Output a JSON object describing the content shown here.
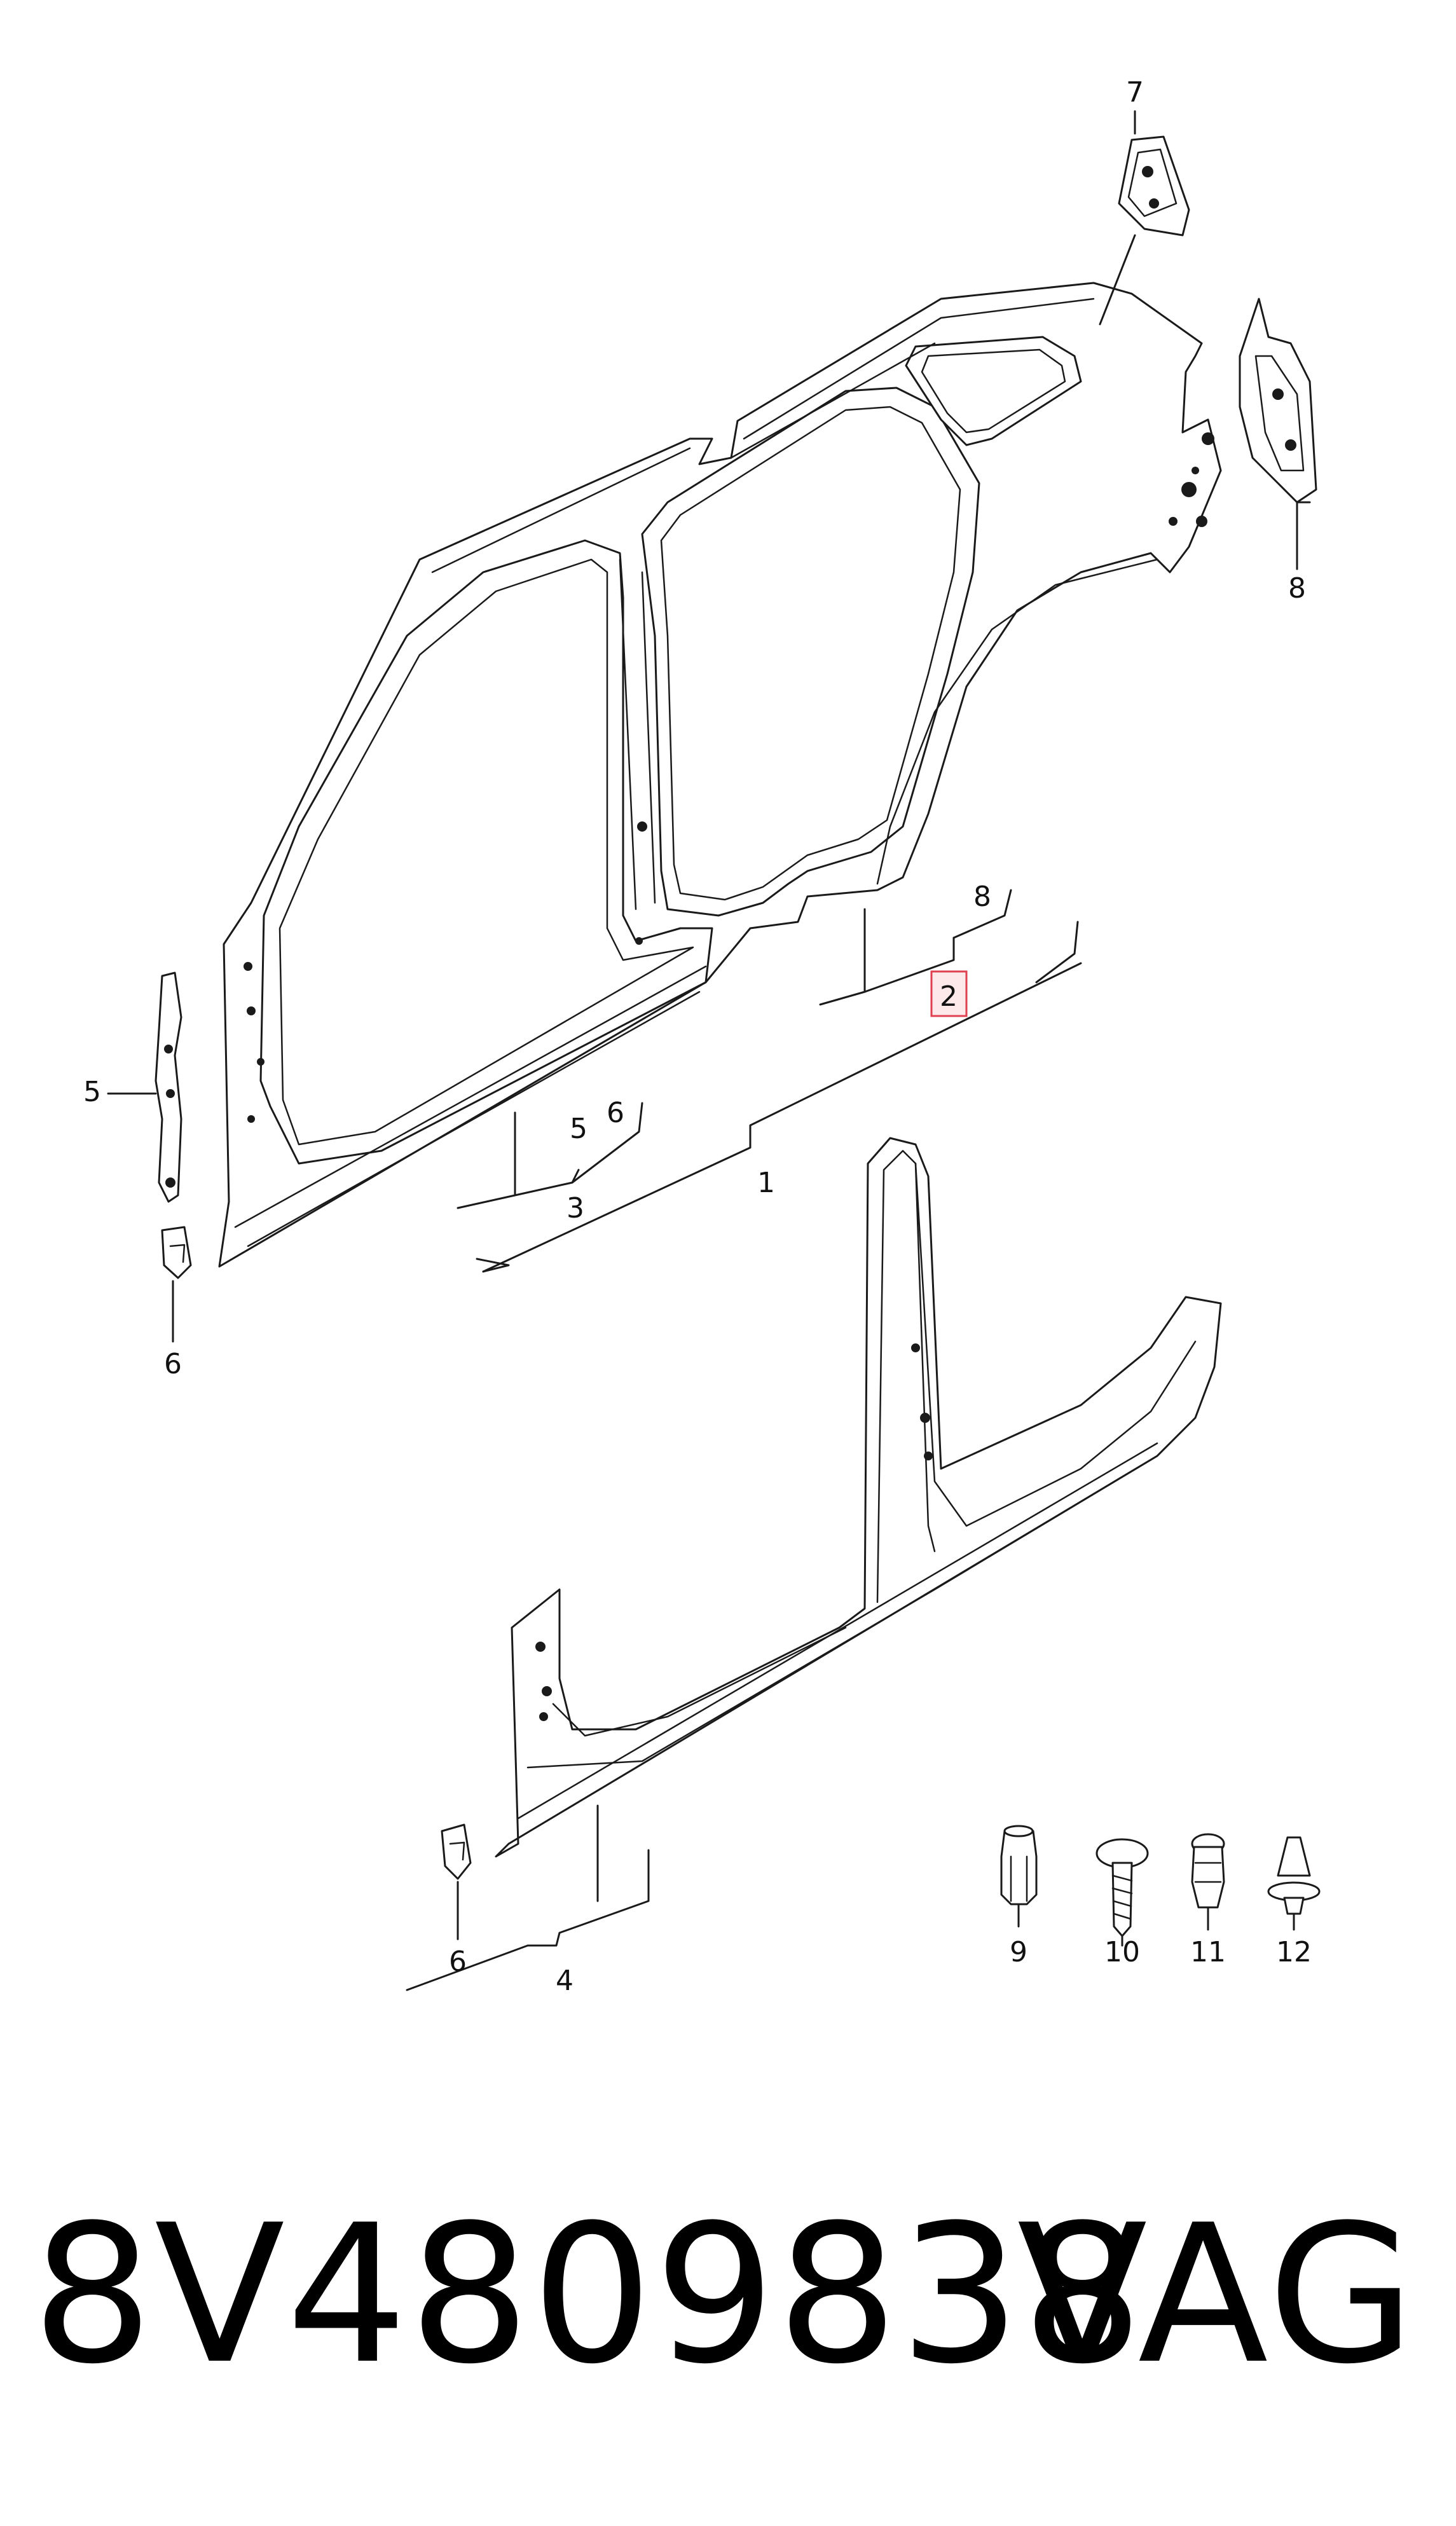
{
  "callouts": {
    "c1": "1",
    "c2": "2",
    "c3": "3",
    "c4": "4",
    "c5a": "5",
    "c5b": "5",
    "c6a": "6",
    "c6b": "6",
    "c6c": "6",
    "c7": "7",
    "c8a": "8",
    "c8b": "8",
    "c9": "9",
    "c10": "10",
    "c11": "11",
    "c12": "12"
  },
  "highlighted_callout": "2",
  "highlight_color": "#e04050",
  "footer": {
    "part_number": "8V4809838",
    "brand": "VAG"
  }
}
